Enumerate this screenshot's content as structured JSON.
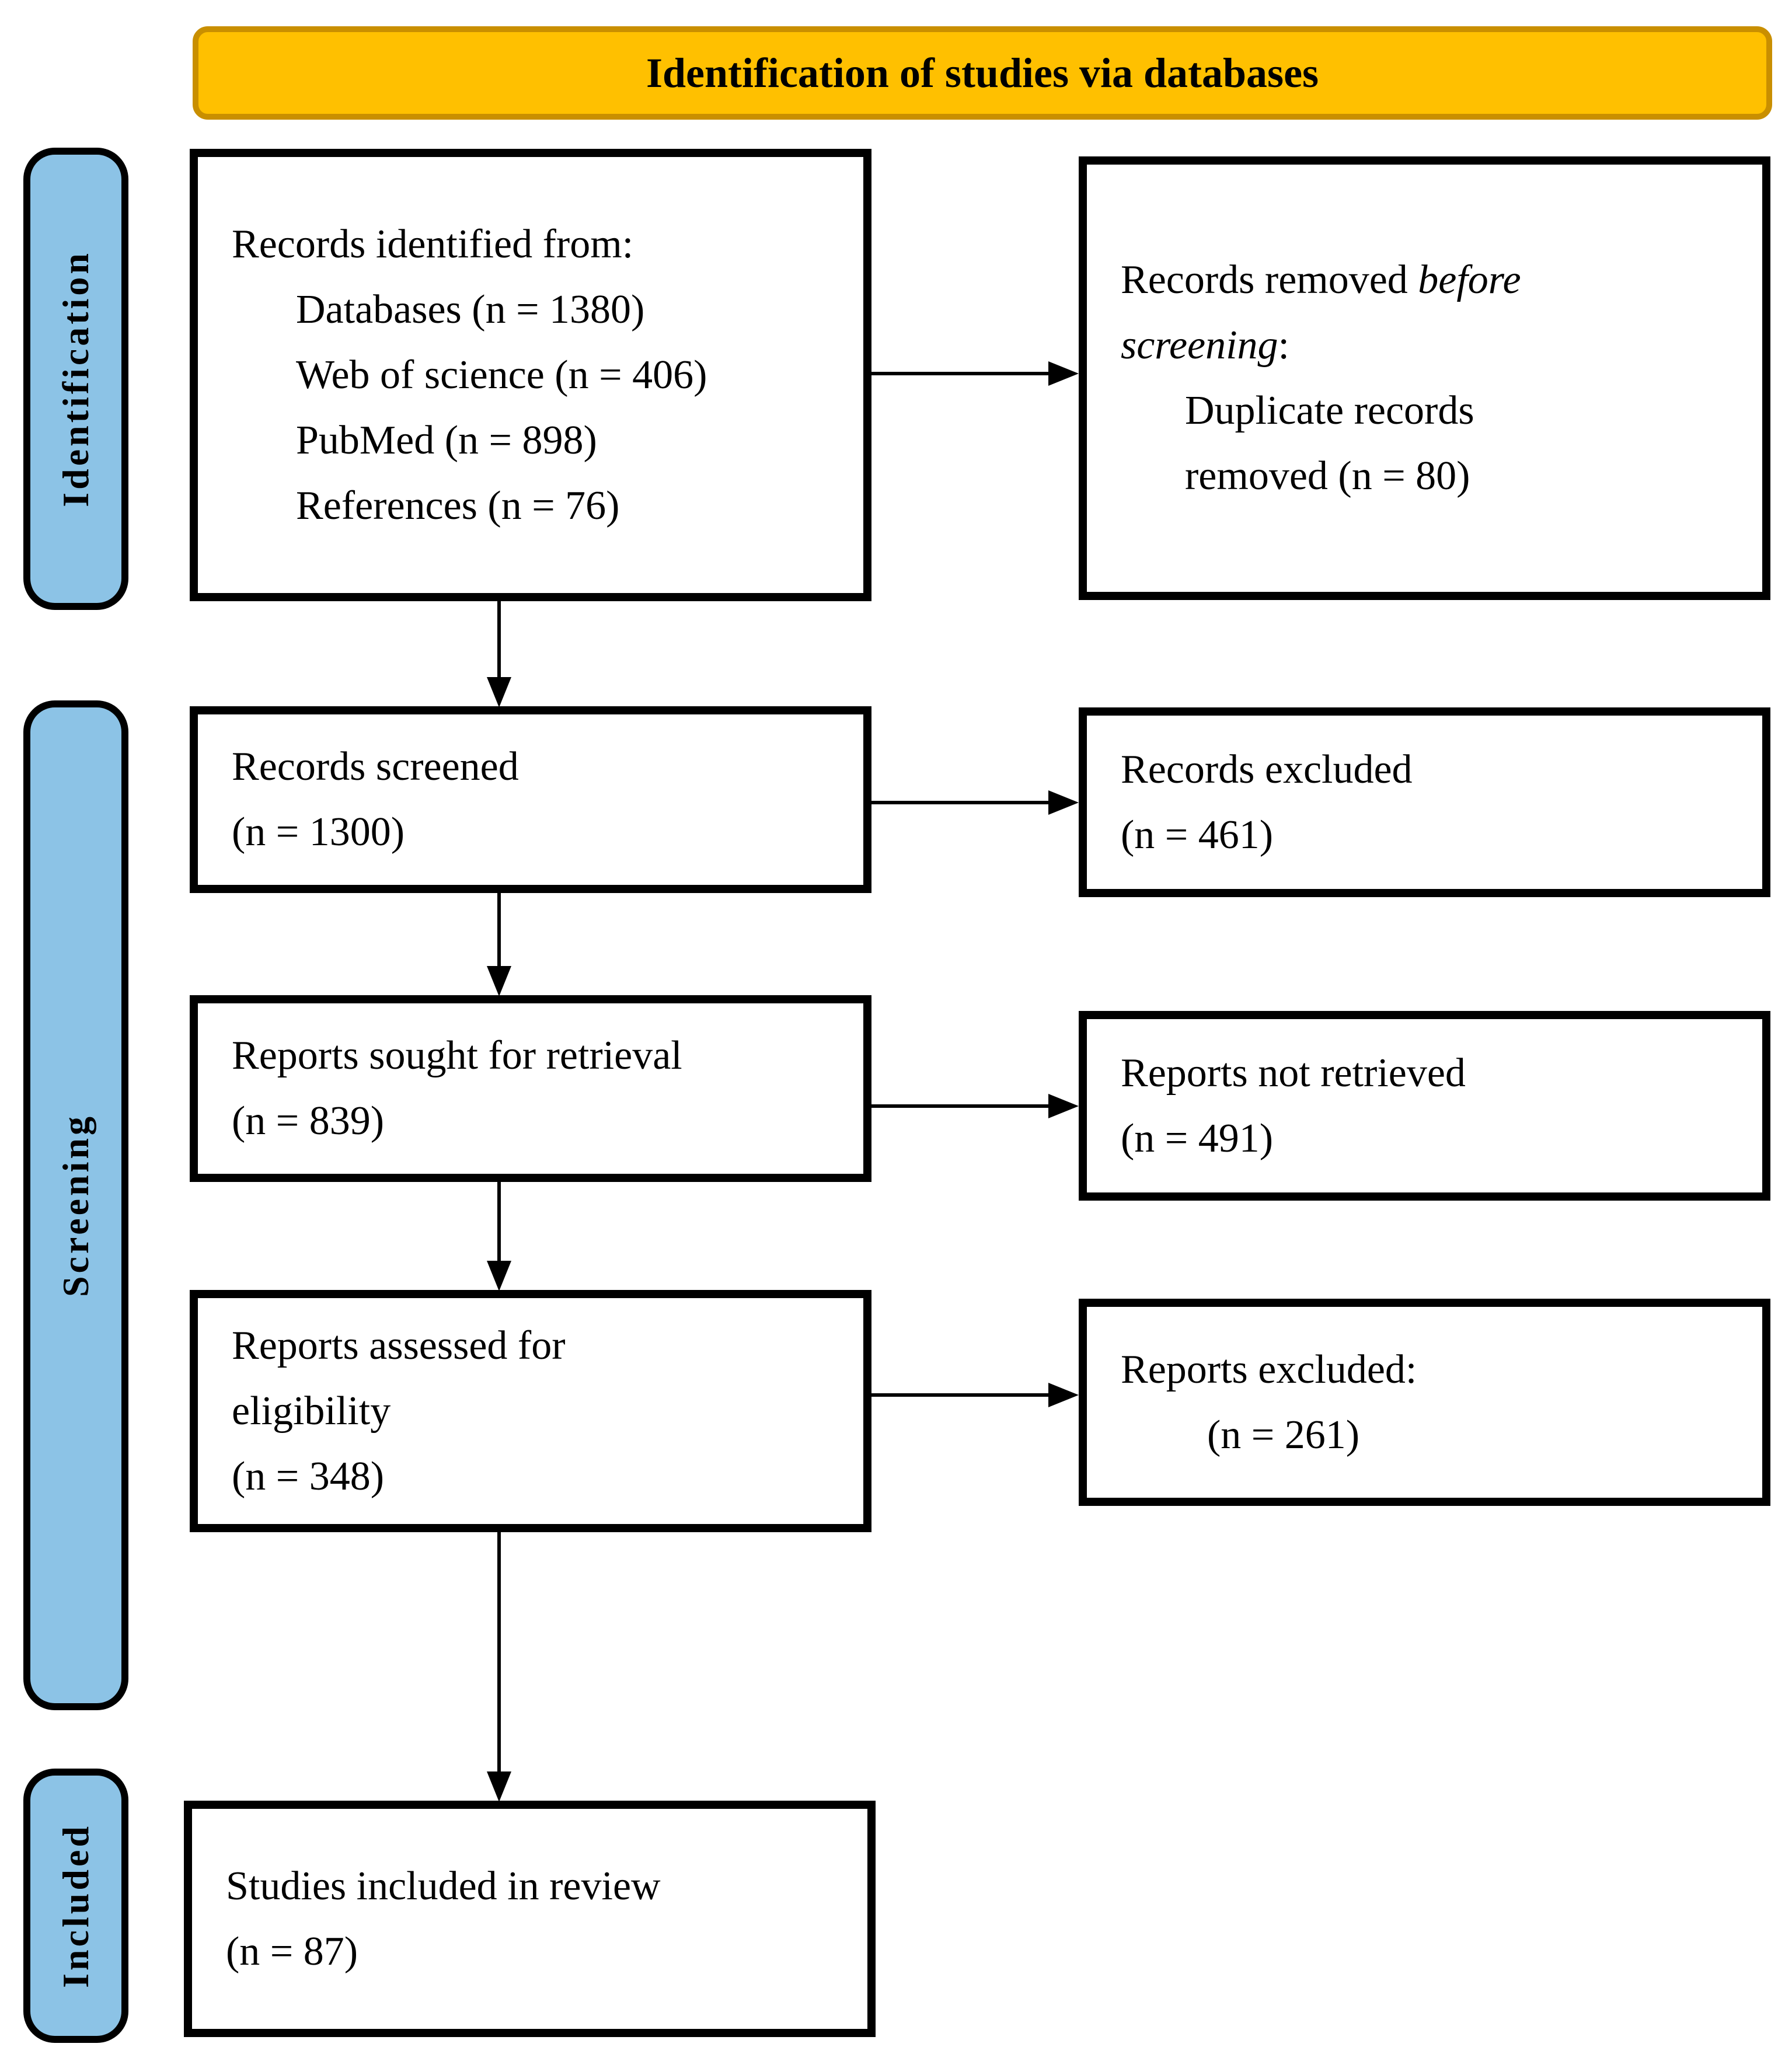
{
  "banner": {
    "label": "Identification of studies via databases"
  },
  "sidebar": {
    "identification_label": "Identification",
    "screening_label": "Screening",
    "included_label": "Included"
  },
  "flow": {
    "records_identified": {
      "heading": "Records identified from:",
      "items": [
        "Databases (n = 1380)",
        "Web of science (n = 406)",
        "PubMed (n = 898)",
        "References (n = 76)"
      ]
    },
    "records_removed": {
      "line1_text": "Records removed ",
      "line1_italic": "before",
      "line2_italic": "screening",
      "line2_text": ":",
      "items": [
        "Duplicate records",
        "removed (n = 80)"
      ]
    },
    "records_screened": {
      "lines": [
        "Records screened",
        "(n = 1300)"
      ]
    },
    "records_excluded": {
      "lines": [
        "Records excluded",
        "(n = 461)"
      ]
    },
    "reports_sought": {
      "lines": [
        "Reports sought for retrieval",
        "(n = 839)"
      ]
    },
    "reports_not_retrieved": {
      "lines": [
        "Reports not retrieved",
        "(n = 491)"
      ]
    },
    "reports_assessed": {
      "lines": [
        "Reports assessed for",
        "eligibility",
        "(n = 348)"
      ]
    },
    "reports_excluded": {
      "heading": "Reports excluded:",
      "count_line": "(n = 261)"
    },
    "studies_included": {
      "lines": [
        "Studies included in review",
        "(n = 87)"
      ]
    }
  },
  "colors": {
    "banner_bg": "#FFC000",
    "banner_border": "#C98F00",
    "stage_bg": "#8CC3E6",
    "arrow": "#000000"
  }
}
